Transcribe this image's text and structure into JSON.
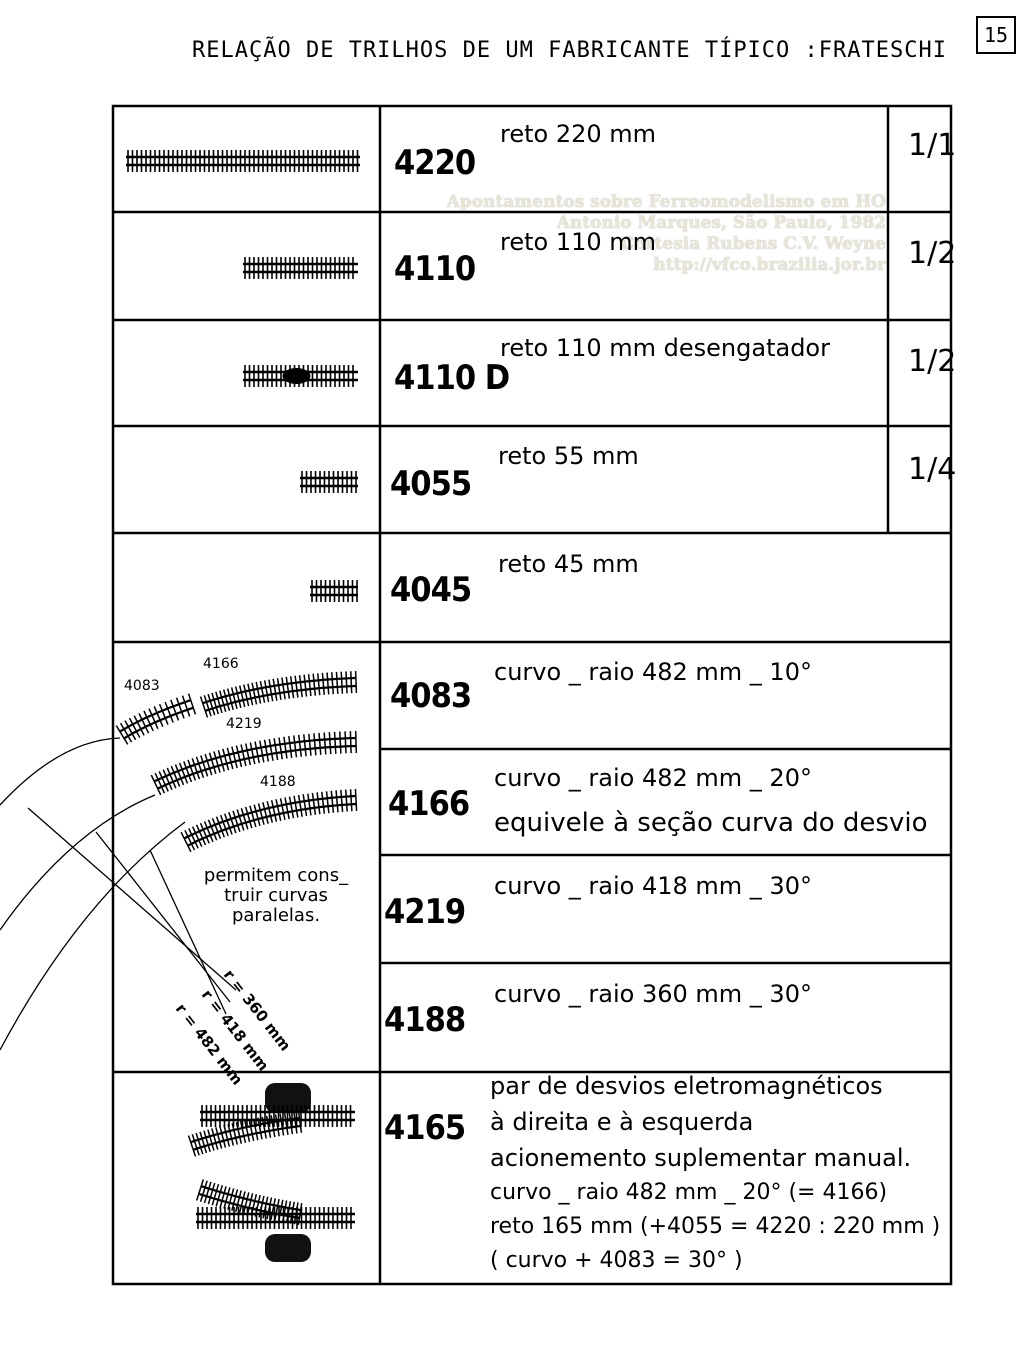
{
  "page": {
    "title": "RELAÇÃO DE TRILHOS DE UM FABRICANTE TÍPICO :FRATESCHI",
    "number": "15"
  },
  "watermark": {
    "lines": [
      "Apontamentos sobre Ferreomodelismo em HO",
      "Antonio Marques, São Paulo, 1982",
      "Cortesia Rubens C.V. Weyne",
      "http://vfco.brazilia.jor.br"
    ]
  },
  "rows": [
    {
      "code": "4220",
      "lines": [
        "reto 220 mm"
      ],
      "fraction": {
        "num": "1",
        "den": "1"
      }
    },
    {
      "code": "4110",
      "lines": [
        "reto 110 mm"
      ],
      "fraction": {
        "num": "1",
        "den": "2"
      }
    },
    {
      "code": "4110 D",
      "lines": [
        "reto 110 mm desengatador"
      ],
      "fraction": {
        "num": "1",
        "den": "2"
      }
    },
    {
      "code": "4055",
      "lines": [
        "reto 55 mm"
      ],
      "fraction": {
        "num": "1",
        "den": "4"
      }
    },
    {
      "code": "4045",
      "lines": [
        "reto 45 mm"
      ]
    },
    {
      "code": "4083",
      "lines": [
        "curvo _ raio 482 mm _ 10°"
      ]
    },
    {
      "code": "4166",
      "lines": [
        "curvo _ raio 482 mm _ 20°",
        "equivele à seção curva do desvio"
      ]
    },
    {
      "code": "4219",
      "lines": [
        "curvo _ raio 418 mm _ 30°"
      ]
    },
    {
      "code": "4188",
      "lines": [
        "curvo _ raio 360 mm _ 30°"
      ]
    },
    {
      "code": "4165",
      "lines": [
        "par de desvios eletromagnéticos",
        "à direita e à esquerda",
        "acionemento suplementar manual.",
        "curvo _ raio 482 mm _ 20° (= 4166)",
        "reto 165 mm (+4055 = 4220 : 220 mm )",
        "( curvo + 4083 = 30° )"
      ]
    }
  ],
  "curve_diagram": {
    "labels": {
      "a": "4083",
      "b": "4166",
      "c": "4219",
      "d": "4188"
    },
    "note": [
      "permitem cons_",
      "truir curvas",
      "paralelas."
    ],
    "radii": [
      "r = 360 mm",
      "r = 418 mm",
      "r = 482 mm"
    ]
  }
}
